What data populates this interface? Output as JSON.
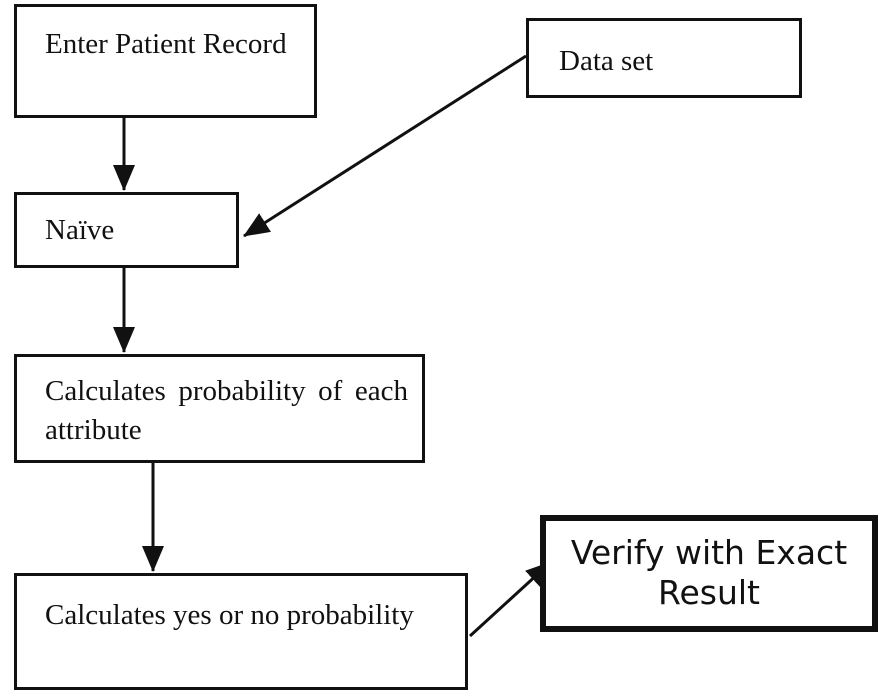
{
  "nodes": {
    "enter_patient_record": "Enter Patient Record",
    "data_set": "Data set",
    "naive": "Naïve",
    "calculates_attribute_probability": "Calculates probability of each attribute",
    "calculates_yes_no_probability": "Calculates yes or no probability",
    "verify_exact_result": "Verify with Exact Result"
  },
  "edges": [
    {
      "from": "enter_patient_record",
      "to": "naive"
    },
    {
      "from": "data_set",
      "to": "naive"
    },
    {
      "from": "naive",
      "to": "calculates_attribute_probability"
    },
    {
      "from": "calculates_attribute_probability",
      "to": "calculates_yes_no_probability"
    },
    {
      "from": "calculates_yes_no_probability",
      "to": "verify_exact_result"
    }
  ],
  "colors": {
    "stroke": "#111111",
    "background": "#ffffff"
  }
}
